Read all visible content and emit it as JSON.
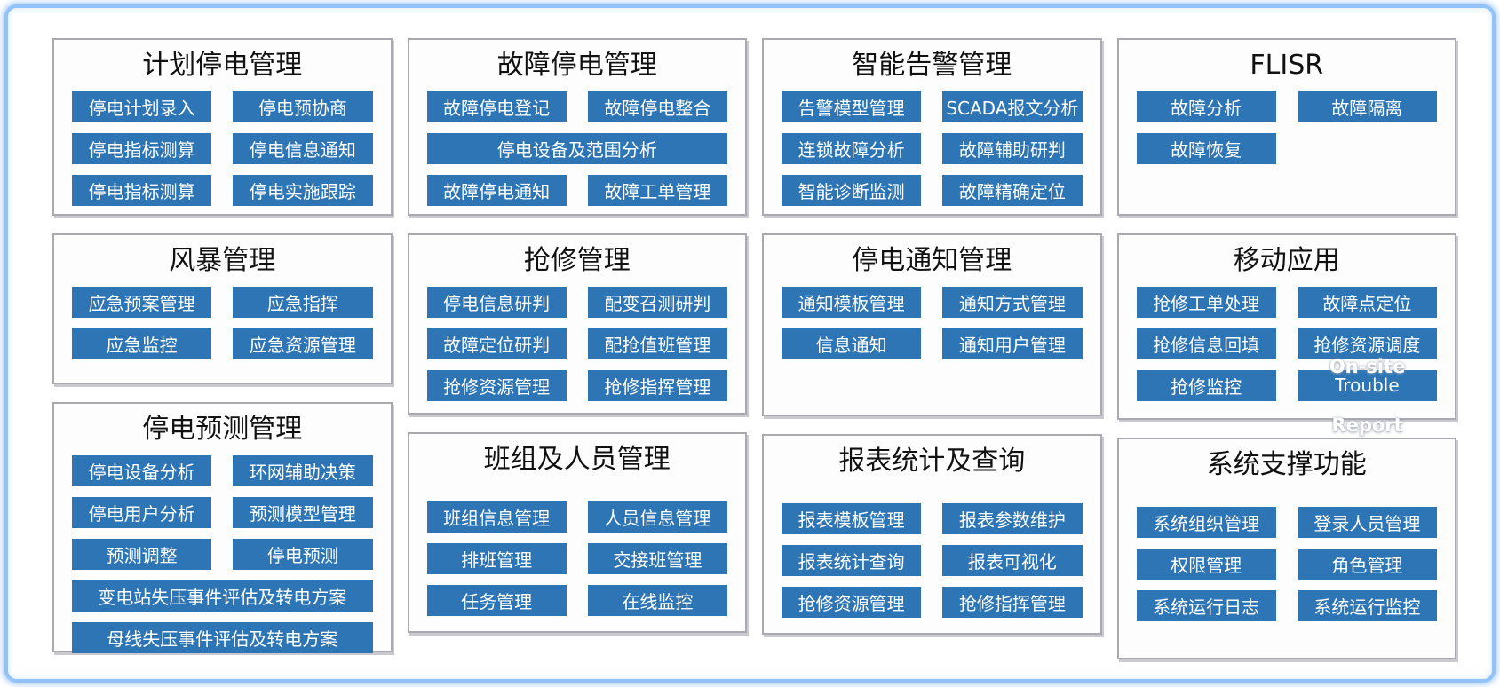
{
  "colors": {
    "button_fill": "#2E75B6",
    "button_text": "#FFFFFF",
    "panel_border": "#A9A9B1",
    "frame_border": "#92C2F8",
    "title_text": "#111111"
  },
  "panels": [
    {
      "id": "planned-outage",
      "title": "计划停电管理",
      "buttons": [
        {
          "label": "停电计划录入"
        },
        {
          "label": "停电预协商"
        },
        {
          "label": "停电指标测算"
        },
        {
          "label": "停电信息通知"
        },
        {
          "label": "停电指标测算"
        },
        {
          "label": "停电实施跟踪"
        }
      ]
    },
    {
      "id": "fault-outage",
      "title": "故障停电管理",
      "buttons": [
        {
          "label": "故障停电登记"
        },
        {
          "label": "故障停电整合"
        },
        {
          "label": "停电设备及范围分析",
          "wide": true
        },
        {
          "label": "故障停电通知"
        },
        {
          "label": "故障工单管理"
        }
      ]
    },
    {
      "id": "smart-alarm",
      "title": "智能告警管理",
      "buttons": [
        {
          "label": "告警模型管理"
        },
        {
          "label": "SCADA报文分析"
        },
        {
          "label": "连锁故障分析"
        },
        {
          "label": "故障辅助研判"
        },
        {
          "label": "智能诊断监测"
        },
        {
          "label": "故障精确定位"
        }
      ]
    },
    {
      "id": "flisr",
      "title": "FLISR",
      "buttons": [
        {
          "label": "故障分析"
        },
        {
          "label": "故障隔离"
        },
        {
          "label": "故障恢复"
        }
      ]
    },
    {
      "id": "storm",
      "title": "风暴管理",
      "buttons": [
        {
          "label": "应急预案管理"
        },
        {
          "label": "应急指挥"
        },
        {
          "label": "应急监控"
        },
        {
          "label": "应急资源管理"
        }
      ]
    },
    {
      "id": "repair",
      "title": "抢修管理",
      "buttons": [
        {
          "label": "停电信息研判"
        },
        {
          "label": "配变召测研判"
        },
        {
          "label": "故障定位研判"
        },
        {
          "label": "配抢值班管理"
        },
        {
          "label": "抢修资源管理"
        },
        {
          "label": "抢修指挥管理"
        }
      ]
    },
    {
      "id": "outage-notice",
      "title": "停电通知管理",
      "buttons": [
        {
          "label": "通知模板管理"
        },
        {
          "label": "通知方式管理"
        },
        {
          "label": "信息通知"
        },
        {
          "label": "通知用户管理"
        }
      ]
    },
    {
      "id": "mobile-app",
      "title": "移动应用",
      "buttons": [
        {
          "label": "抢修工单处理"
        },
        {
          "label": "故障点定位"
        },
        {
          "label": "抢修信息回填"
        },
        {
          "label": "抢修资源调度"
        },
        {
          "label": "抢修监控"
        },
        {
          "label": "Trouble"
        }
      ],
      "annotations": [
        {
          "text": "On-site"
        },
        {
          "text": "Report"
        }
      ]
    },
    {
      "id": "outage-forecast",
      "title": "停电预测管理",
      "buttons": [
        {
          "label": "停电设备分析"
        },
        {
          "label": "环网辅助决策"
        },
        {
          "label": "停电用户分析"
        },
        {
          "label": "预测模型管理"
        },
        {
          "label": "预测调整"
        },
        {
          "label": "停电预测"
        },
        {
          "label": "变电站失压事件评估及转电方案",
          "wide": true
        },
        {
          "label": "母线失压事件评估及转电方案",
          "wide": true
        }
      ]
    },
    {
      "id": "team-personnel",
      "title": "班组及人员管理",
      "buttons": [
        {
          "label": "班组信息管理"
        },
        {
          "label": "人员信息管理"
        },
        {
          "label": "排班管理"
        },
        {
          "label": "交接班管理"
        },
        {
          "label": "任务管理"
        },
        {
          "label": "在线监控"
        }
      ]
    },
    {
      "id": "report-stats",
      "title": "报表统计及查询",
      "buttons": [
        {
          "label": "报表模板管理"
        },
        {
          "label": "报表参数维护"
        },
        {
          "label": "报表统计查询"
        },
        {
          "label": "报表可视化"
        },
        {
          "label": "抢修资源管理"
        },
        {
          "label": "抢修指挥管理"
        }
      ]
    },
    {
      "id": "system-support",
      "title": "系统支撑功能",
      "buttons": [
        {
          "label": "系统组织管理"
        },
        {
          "label": "登录人员管理"
        },
        {
          "label": "权限管理"
        },
        {
          "label": "角色管理"
        },
        {
          "label": "系统运行日志"
        },
        {
          "label": "系统运行监控"
        }
      ]
    }
  ]
}
